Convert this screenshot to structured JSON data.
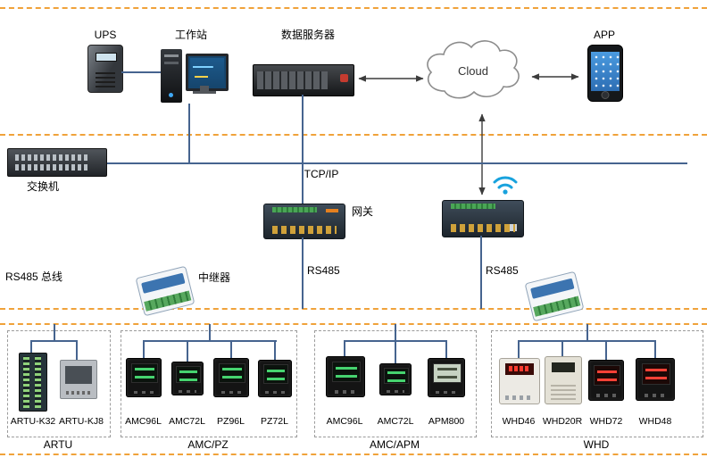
{
  "colors": {
    "dashed_bus": "#f0a23a",
    "connector_line": "#46648f",
    "group_border": "#9b9b9b",
    "wifi_blue": "#18a2dd"
  },
  "top": {
    "ups": "UPS",
    "workstation": "工作站",
    "server": "数据服务器",
    "cloud": "Cloud",
    "app": "APP"
  },
  "network": {
    "switch": "交换机",
    "tcpip": "TCP/IP",
    "gateway": "网关",
    "rs485_bus": "RS485 总线",
    "repeater": "中继器",
    "rs485_left": "RS485",
    "rs485_right": "RS485"
  },
  "groups": [
    {
      "name": "ARTU",
      "devices": [
        "ARTU-K32",
        "ARTU-KJ8"
      ]
    },
    {
      "name": "AMC/PZ",
      "devices": [
        "AMC96L",
        "AMC72L",
        "PZ96L",
        "PZ72L"
      ]
    },
    {
      "name": "AMC/APM",
      "devices": [
        "AMC96L",
        "AMC72L",
        "APM800"
      ]
    },
    {
      "name": "WHD",
      "devices": [
        "WHD46",
        "WHD20R",
        "WHD72",
        "WHD48"
      ]
    }
  ]
}
